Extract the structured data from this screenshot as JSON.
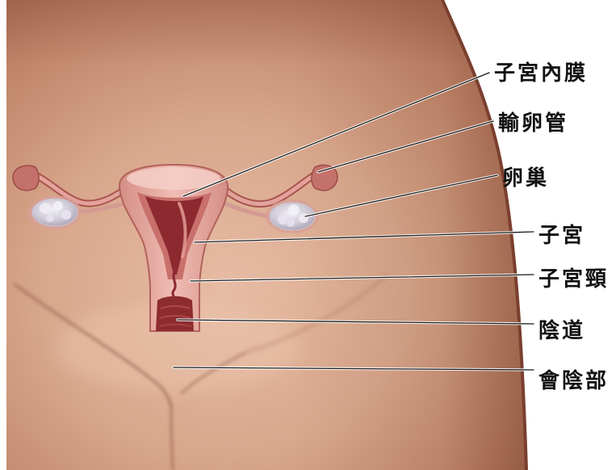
{
  "diagram": {
    "labels": [
      {
        "text": "子宮內膜"
      },
      {
        "text": "輸卵管"
      },
      {
        "text": "卵巢"
      },
      {
        "text": "子宮"
      },
      {
        "text": "子宮頸"
      },
      {
        "text": "陰道"
      },
      {
        "text": "會陰部"
      }
    ]
  },
  "colors": {
    "background": "#ffffff",
    "skin": "#cf9a80",
    "uterus": "#e6aaa1",
    "endometrium": "#8c2a30",
    "ovary": "#cbc7d4",
    "label_text": "#111111"
  }
}
